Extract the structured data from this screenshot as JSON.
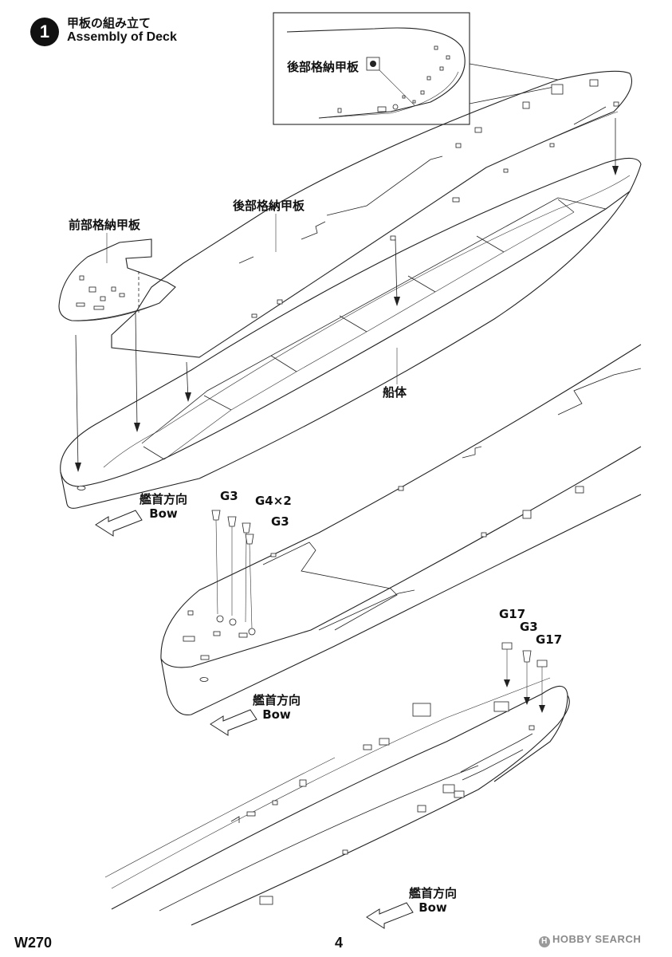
{
  "step": {
    "number": "1",
    "title_jp": "甲板の組み立て",
    "title_en": "Assembly of Deck"
  },
  "labels": {
    "inset_rear_deck": "後部格納甲板",
    "rear_deck": "後部格納甲板",
    "front_deck": "前部格納甲板",
    "hull": "船体",
    "bow_jp_1": "艦首方向",
    "bow_en_1": "Bow",
    "bow_jp_2": "艦首方向",
    "bow_en_2": "Bow",
    "bow_jp_3": "艦首方向",
    "bow_en_3": "Bow"
  },
  "parts": {
    "g3_a": "G3",
    "g4x2": "G4×2",
    "g3_b": "G3",
    "g17_a": "G17",
    "g3_c": "G3",
    "g17_b": "G17"
  },
  "footer": {
    "model_code": "W270",
    "page_number": "4",
    "watermark": "HOBBY SEARCH",
    "watermark_mark": "H"
  }
}
